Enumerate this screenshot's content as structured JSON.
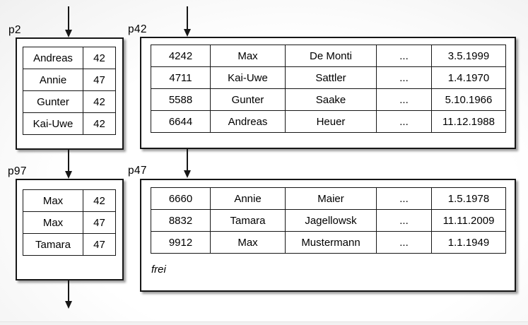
{
  "diagram": {
    "description_colors": {
      "border": "#161616",
      "page_bg": "#ffffff",
      "text": "#000000"
    },
    "pages": {
      "p2": {
        "label": "p2",
        "rows": [
          [
            "Andreas",
            "42"
          ],
          [
            "Annie",
            "47"
          ],
          [
            "Gunter",
            "42"
          ],
          [
            "Kai-Uwe",
            "42"
          ]
        ]
      },
      "p42": {
        "label": "p42",
        "rows": [
          [
            "4242",
            "Max",
            "De Monti",
            "...",
            "3.5.1999"
          ],
          [
            "4711",
            "Kai-Uwe",
            "Sattler",
            "...",
            "1.4.1970"
          ],
          [
            "5588",
            "Gunter",
            "Saake",
            "...",
            "5.10.1966"
          ],
          [
            "6644",
            "Andreas",
            "Heuer",
            "...",
            "11.12.1988"
          ]
        ]
      },
      "p97": {
        "label": "p97",
        "rows": [
          [
            "Max",
            "42"
          ],
          [
            "Max",
            "47"
          ],
          [
            "Tamara",
            "47"
          ]
        ]
      },
      "p47": {
        "label": "p47",
        "rows": [
          [
            "6660",
            "Annie",
            "Maier",
            "...",
            "1.5.1978"
          ],
          [
            "8832",
            "Tamara",
            "Jagellowsk",
            "...",
            "11.11.2009"
          ],
          [
            "9912",
            "Max",
            "Mustermann",
            "...",
            "1.1.1949"
          ]
        ],
        "free_label": "frei"
      }
    }
  }
}
